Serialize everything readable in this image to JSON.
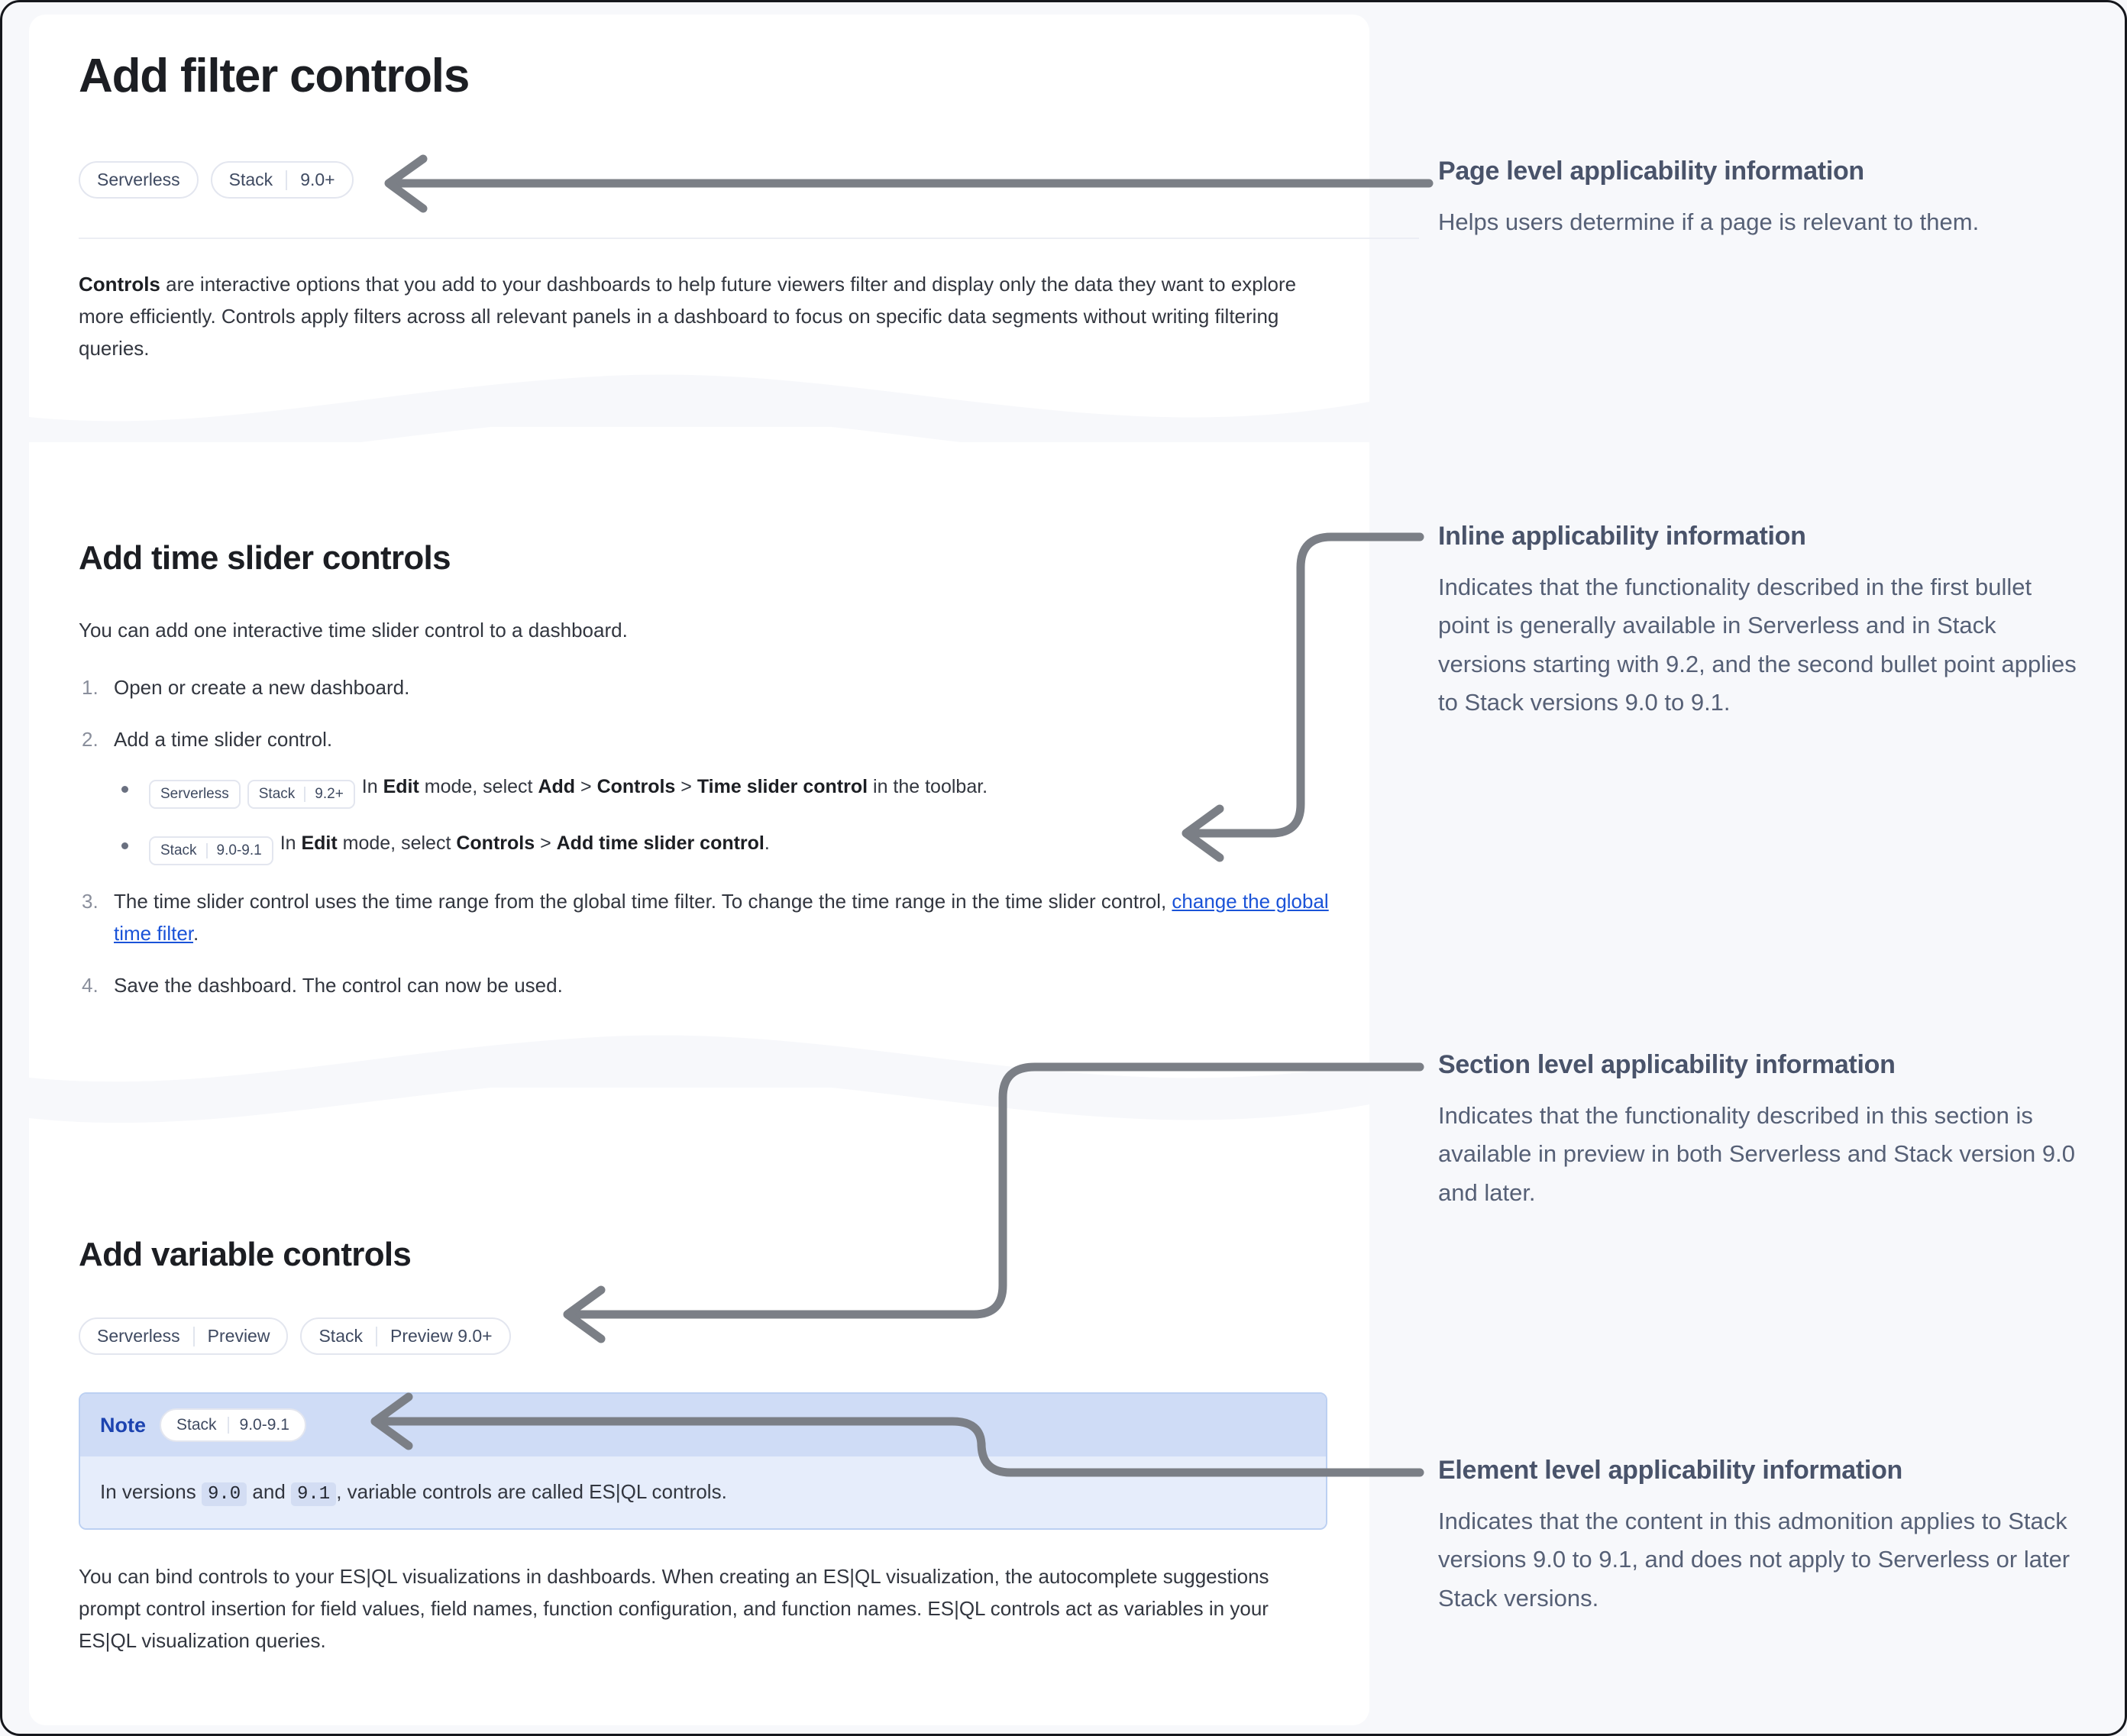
{
  "doc": {
    "page_title": "Add filter controls",
    "page_badges": [
      {
        "name": "Serverless",
        "version": ""
      },
      {
        "name": "Stack",
        "version": "9.0+"
      }
    ],
    "intro": {
      "lead": "Controls",
      "rest": " are interactive options that you add to your dashboards to help future viewers filter and display only the data they want to explore more efficiently. Controls apply filters across all relevant panels in a dashboard to focus on specific data segments without writing filtering queries."
    },
    "section_time_slider": {
      "title": "Add time slider controls",
      "intro": "You can add one interactive time slider control to a dashboard.",
      "step1": "Open or create a new dashboard.",
      "step2": "Add a time slider control.",
      "bullet1": {
        "badges": [
          {
            "name": "Serverless",
            "version": ""
          },
          {
            "name": "Stack",
            "version": "9.2+"
          }
        ],
        "t1": "In ",
        "b1": "Edit",
        "t2": " mode, select ",
        "b2": "Add",
        "t3": " > ",
        "b3": "Controls",
        "t4": " > ",
        "b4": "Time slider control",
        "t5": " in the toolbar."
      },
      "bullet2": {
        "badges": [
          {
            "name": "Stack",
            "version": "9.0-9.1"
          }
        ],
        "t1": "In ",
        "b1": "Edit",
        "t2": " mode, select ",
        "b2": "Controls",
        "t3": " > ",
        "b3": "Add time slider control",
        "t4": "."
      },
      "step3_a": "The time slider control uses the time range from the global time filter. To change the time range in the time slider control, ",
      "step3_link": "change the global time filter",
      "step3_b": ".",
      "step4": "Save the dashboard. The control can now be used."
    },
    "section_variable": {
      "title": "Add variable controls",
      "badges": [
        {
          "name": "Serverless",
          "version": "Preview"
        },
        {
          "name": "Stack",
          "version": "Preview 9.0+"
        }
      ],
      "note": {
        "label": "Note",
        "badge": {
          "name": "Stack",
          "version": "9.0-9.1"
        },
        "t1": "In versions ",
        "c1": "9.0",
        "t2": " and ",
        "c2": "9.1",
        "t3": ", variable controls are called ES|QL controls."
      },
      "closing": "You can bind controls to your ES|QL visualizations in dashboards. When creating an ES|QL visualization, the autocomplete suggestions prompt control insertion for field values, field names, function configuration, and function names. ES|QL controls act as variables in your ES|QL visualization queries."
    }
  },
  "annotations": [
    {
      "title": "Page level applicability information",
      "text": "Helps users determine if a page is relevant to them."
    },
    {
      "title": "Inline applicability information",
      "text": "Indicates that the functionality described in the first bullet point is generally available in Serverless and in Stack versions starting with 9.2, and the second bullet point applies to Stack versions 9.0 to 9.1."
    },
    {
      "title": "Section level applicability information",
      "text": "Indicates that the functionality described in this section is available in preview in both Serverless and Stack version 9.0 and later."
    },
    {
      "title": "Element level applicability information",
      "text": "Indicates that the content in this admonition applies to Stack versions 9.0 to 9.1, and does not apply to Serverless or later Stack versions."
    }
  ],
  "colors": {
    "page_bg": "#f7f8fb",
    "panel_bg": "#ffffff",
    "connector": "#7b7f86",
    "link": "#1a53d8",
    "badge_border": "#e3e6ef",
    "badge_text": "#3f4a61",
    "note_header_bg": "#cfdcf6",
    "note_body_bg": "#e6edfb",
    "note_label": "#1c43b0",
    "anno_title": "#49536a",
    "anno_text": "#566076"
  }
}
